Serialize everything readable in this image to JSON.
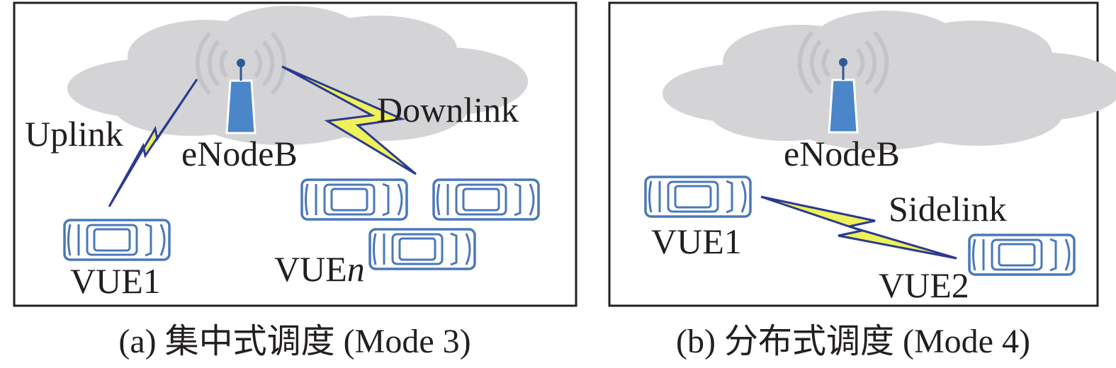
{
  "panel_a": {
    "station_label": "eNodeB",
    "uplink_label": "Uplink",
    "downlink_label": "Downlink",
    "vehicle_left_label": "VUE1",
    "vehicle_n_prefix": "VUE",
    "vehicle_n_suffix": "n",
    "caption": "(a) 集中式调度 (Mode 3)"
  },
  "panel_b": {
    "station_label": "eNodeB",
    "sidelink_label": "Sidelink",
    "vehicle_1_label": "VUE1",
    "vehicle_2_label": "VUE2",
    "caption": "(b) 分布式调度 (Mode 4)"
  },
  "colors": {
    "cloud": "#d4d4d6",
    "tower": "#4a86c8",
    "vehicle_outline": "#4a78b8",
    "link_outline": "#2b3a8f",
    "bolt_fill": "#eef15a"
  },
  "icons": [
    "cloud-icon",
    "antenna-tower-icon",
    "car-icon",
    "lightning-bolt-icon"
  ]
}
